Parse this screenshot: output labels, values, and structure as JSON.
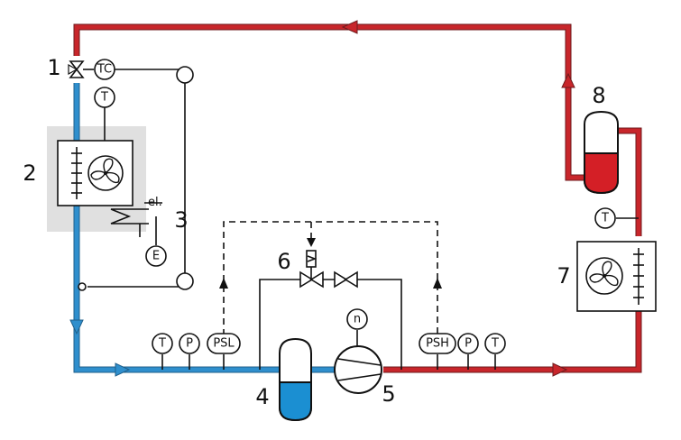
{
  "colors": {
    "hot_pipe": "#c8262b",
    "cold_pipe": "#2f8fcd",
    "evaporator_box": "#e0e0e0",
    "liquid_red": "#d41f26",
    "liquid_blue": "#1b8fd2"
  },
  "components": {
    "c1": "1",
    "c2": "2",
    "c3": "3",
    "c4": "4",
    "c5": "5",
    "c6": "6",
    "c7": "7",
    "c8": "8"
  },
  "sensors": {
    "tc": "TC",
    "t_evap": "T",
    "e_heater": "E",
    "t_suction": "T",
    "p_suction": "P",
    "psl": "PSL",
    "n_comp": "n",
    "psh": "PSH",
    "p_discharge": "P",
    "t_discharge": "T",
    "t_condenser": "T"
  },
  "labels": {
    "heater": "el."
  },
  "icons": [
    "expansion-valve-icon",
    "fan-icon",
    "compressor-icon",
    "valve-icon",
    "solenoid-icon",
    "heater-icon",
    "flow-arrow-icon"
  ]
}
